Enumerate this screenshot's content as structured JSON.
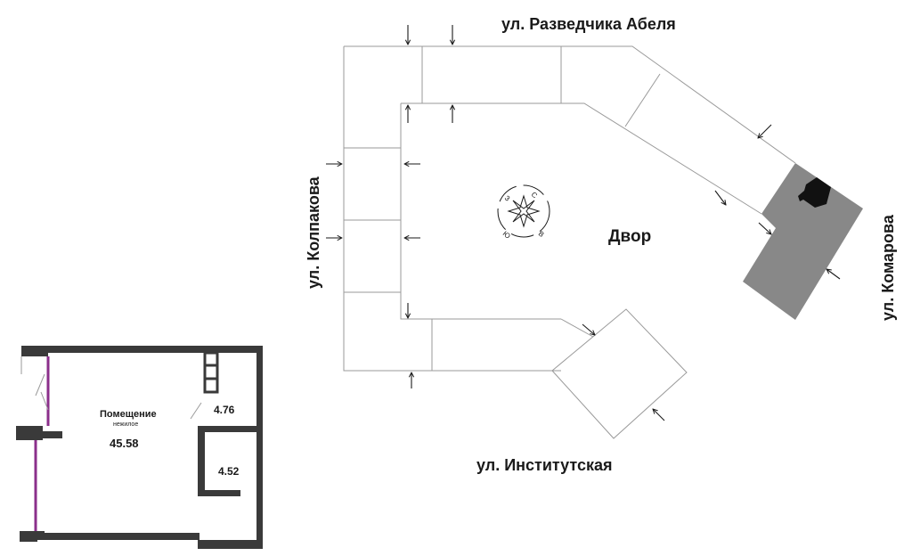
{
  "streets": {
    "north": "ул. Разведчика Абеля",
    "west": "ул. Колпакова",
    "east": "ул. Комарова",
    "south": "ул. Институтская"
  },
  "yard_label": "Двор",
  "compass": {
    "n": "С",
    "e": "В",
    "s": "Ю",
    "w": "З"
  },
  "unit": {
    "room_name": "Помещение",
    "room_type": "нежилое",
    "main_area": "45.58",
    "area_2": "4.76",
    "area_3": "4.52",
    "accent_color": "#8b2f8b"
  },
  "colors": {
    "highlight_building": "#888888",
    "lines": "#9a9a9a"
  }
}
